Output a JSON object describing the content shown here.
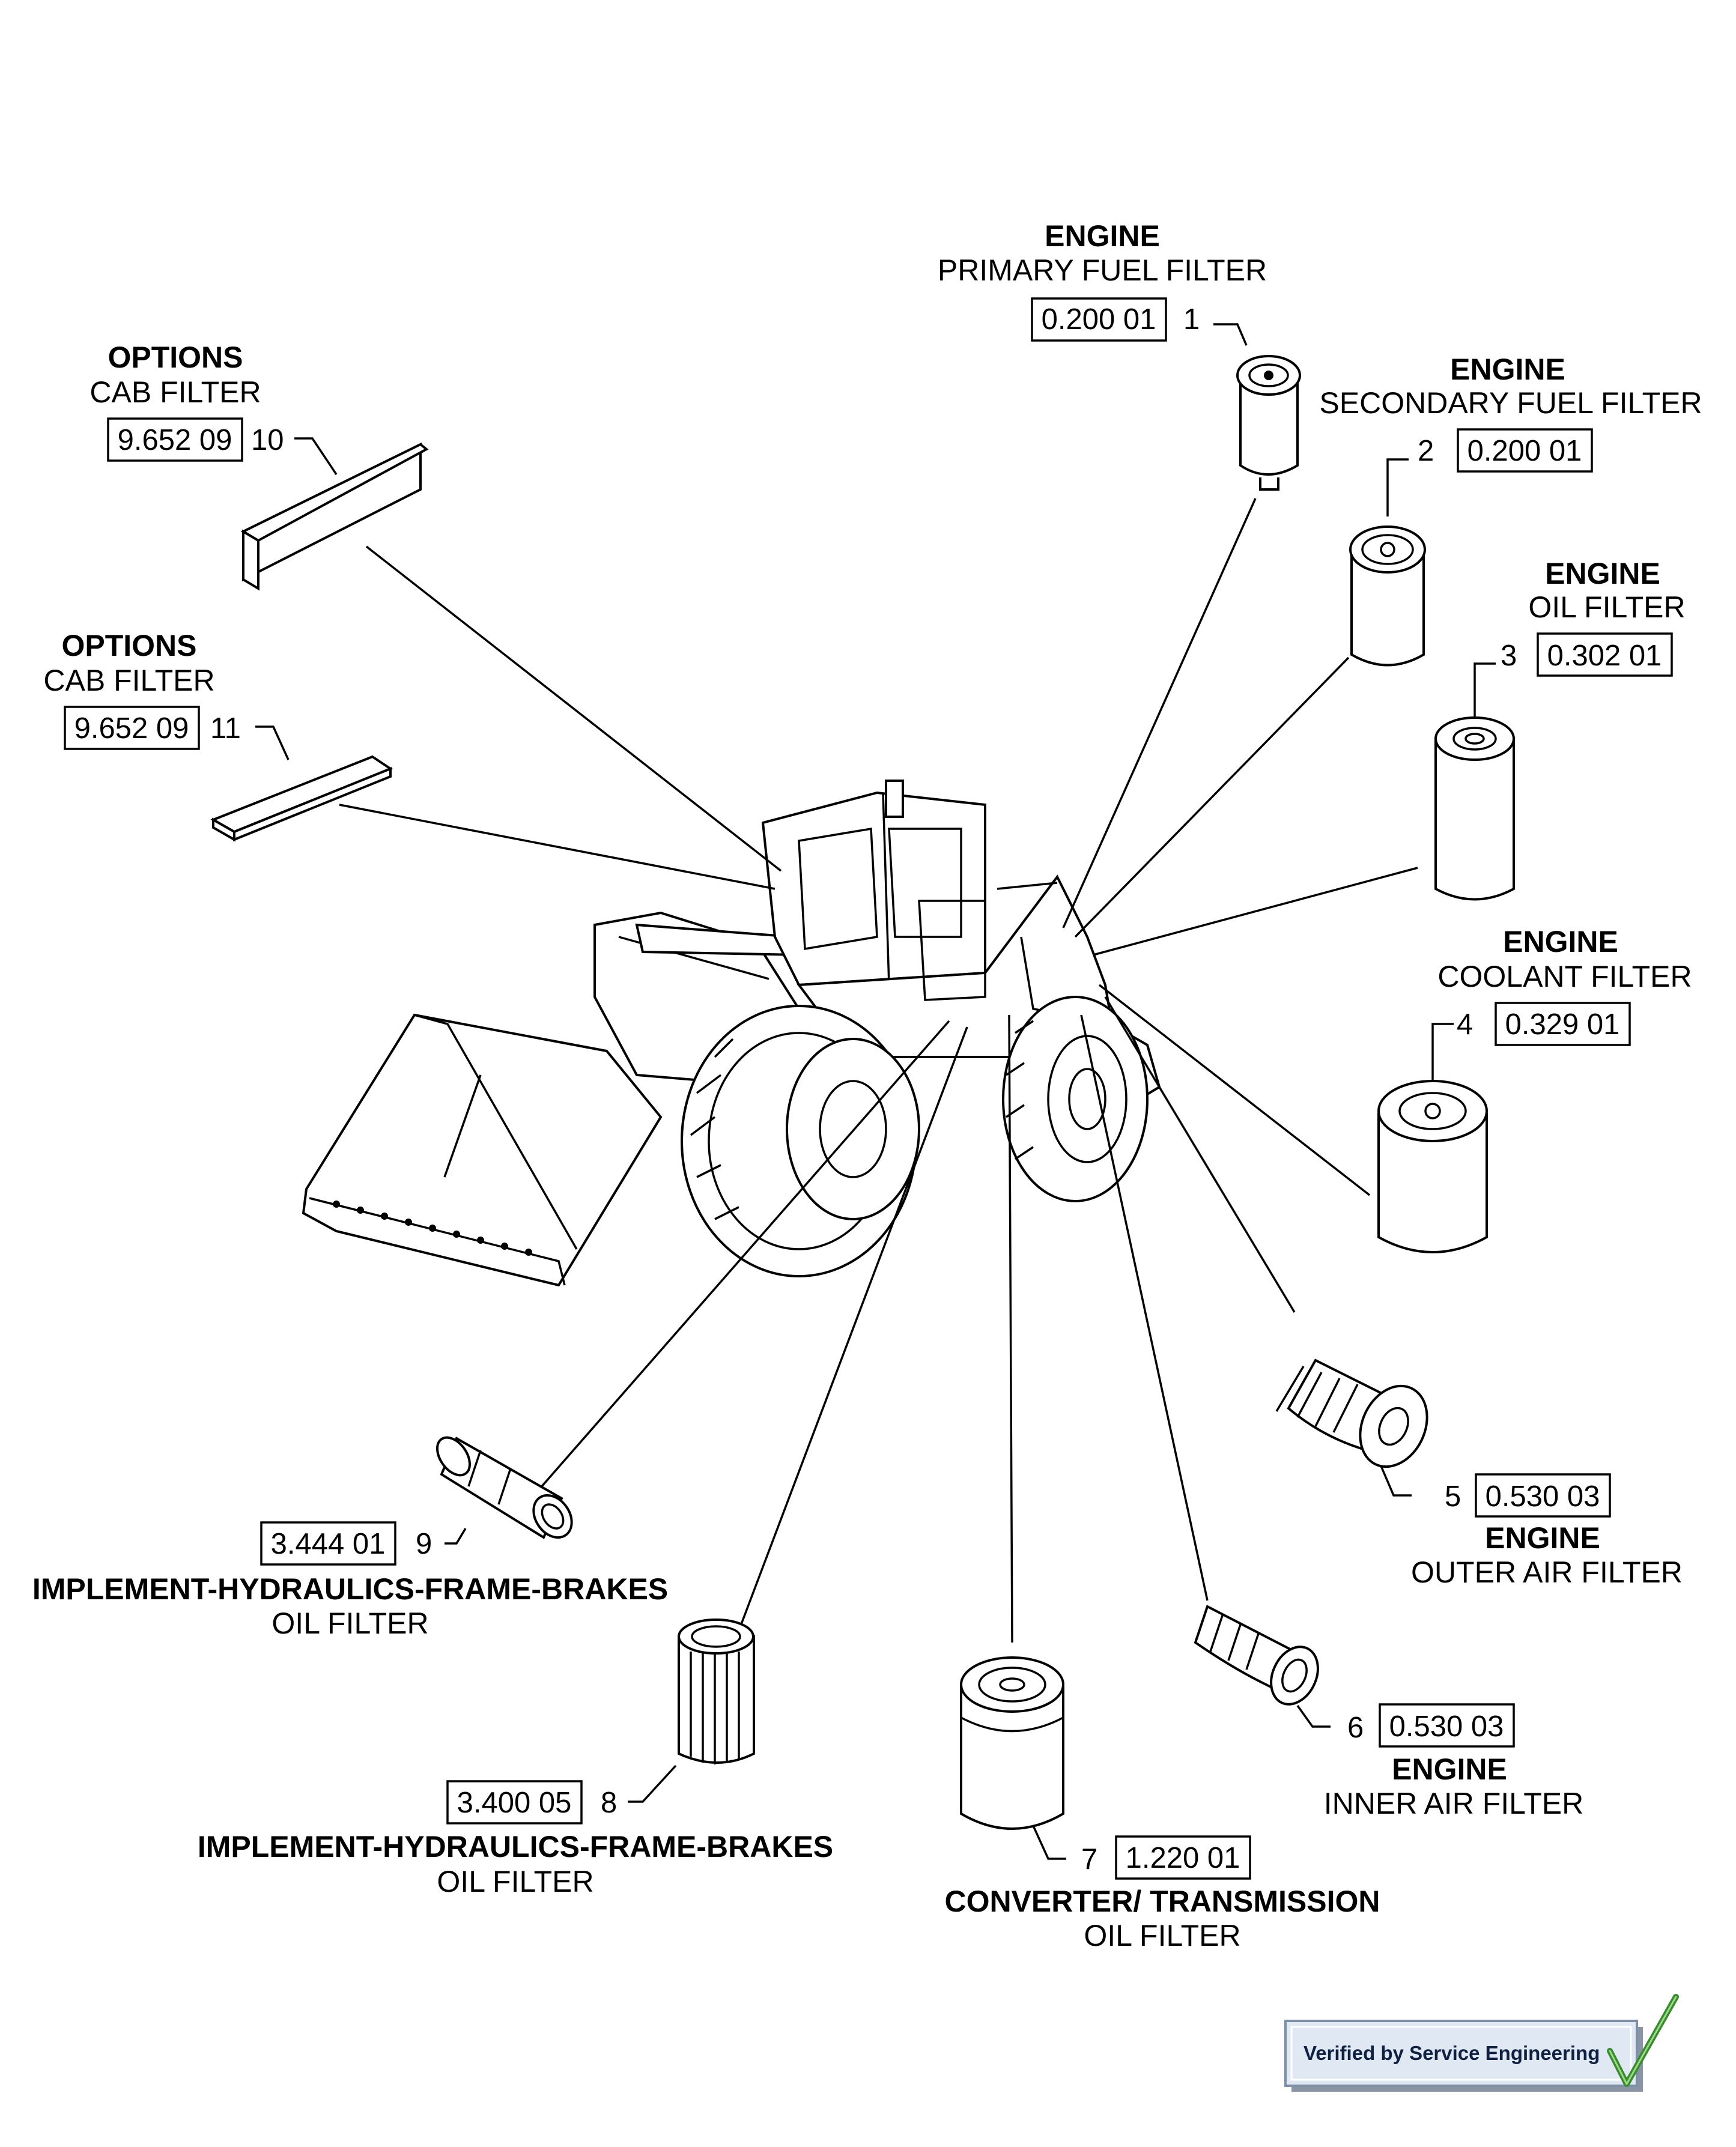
{
  "callouts": [
    {
      "id": 1,
      "category": "ENGINE",
      "description": "PRIMARY FUEL FILTER",
      "ref": "0.200 01",
      "number": "1"
    },
    {
      "id": 2,
      "category": "ENGINE",
      "description": "SECONDARY FUEL FILTER",
      "ref": "0.200 01",
      "number": "2"
    },
    {
      "id": 3,
      "category": "ENGINE",
      "description": "OIL FILTER",
      "ref": "0.302 01",
      "number": "3"
    },
    {
      "id": 4,
      "category": "ENGINE",
      "description": "COOLANT FILTER",
      "ref": "0.329 01",
      "number": "4"
    },
    {
      "id": 5,
      "category": "ENGINE",
      "description": "OUTER AIR FILTER",
      "ref": "0.530 03",
      "number": "5"
    },
    {
      "id": 6,
      "category": "ENGINE",
      "description": "INNER AIR FILTER",
      "ref": "0.530 03",
      "number": "6"
    },
    {
      "id": 7,
      "category": "CONVERTER/ TRANSMISSION",
      "description": "OIL FILTER",
      "ref": "1.220 01",
      "number": "7"
    },
    {
      "id": 8,
      "category": "IMPLEMENT-HYDRAULICS-FRAME-BRAKES",
      "description": "OIL FILTER",
      "ref": "3.400 05",
      "number": "8"
    },
    {
      "id": 9,
      "category": "IMPLEMENT-HYDRAULICS-FRAME-BRAKES",
      "description": "OIL FILTER",
      "ref": "3.444 01",
      "number": "9"
    },
    {
      "id": 10,
      "category": "OPTIONS",
      "description": "CAB FILTER",
      "ref": "9.652 09",
      "number": "10"
    },
    {
      "id": 11,
      "category": "OPTIONS",
      "description": "CAB FILTER",
      "ref": "9.652 09",
      "number": "11"
    }
  ],
  "badge": {
    "text": "Verified by Service Engineering",
    "icon": "checkmark-icon",
    "check_color": "#3a8a2e",
    "background": "#dfe8f3"
  }
}
